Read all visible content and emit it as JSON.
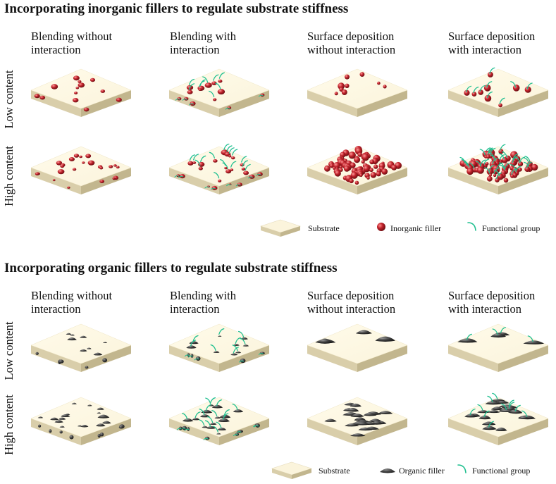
{
  "sections": [
    {
      "title": "Incorporating inorganic fillers to regulate substrate stiffness",
      "columns": [
        {
          "line1": "Blending without",
          "line2": "interaction"
        },
        {
          "line1": "Blending with",
          "line2": "interaction"
        },
        {
          "line1": "Surface deposition",
          "line2": "without interaction"
        },
        {
          "line1": "Surface deposition",
          "line2": "with interaction"
        }
      ],
      "rows": [
        {
          "label": "Low content"
        },
        {
          "label": "High content"
        }
      ],
      "legend": {
        "substrate": "Substrate",
        "filler": "Inorganic filler",
        "functional_group": "Functional group"
      }
    },
    {
      "title": "Incorporating organic fillers to regulate substrate stiffness",
      "columns": [
        {
          "line1": "Blending without",
          "line2": "interaction"
        },
        {
          "line1": "Blending with",
          "line2": "interaction"
        },
        {
          "line1": "Surface deposition",
          "line2": "without interaction"
        },
        {
          "line1": "Surface deposition",
          "line2": "with interaction"
        }
      ],
      "rows": [
        {
          "label": "Low content"
        },
        {
          "label": "High content"
        }
      ],
      "legend": {
        "substrate": "Substrate",
        "filler": "Organic filler",
        "functional_group": "Functional group"
      }
    }
  ],
  "colors": {
    "substrate_top": "#fbf4dc",
    "substrate_left": "#d9ceaa",
    "substrate_right": "#c2b68e",
    "inorganic_filler": "#c0222b",
    "organic_filler": "#3f3f3f",
    "functional_group": "#1fbf8f"
  }
}
